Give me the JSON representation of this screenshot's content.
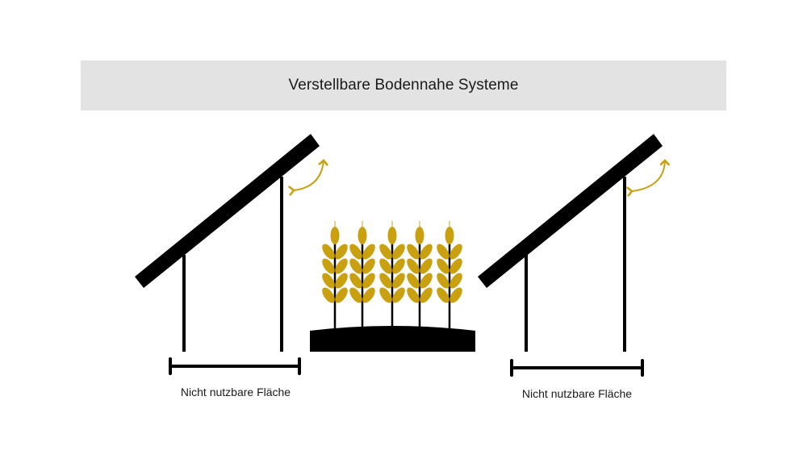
{
  "title": "Verstellbare Bodennahe Systeme",
  "left_system": {
    "caption": "Nicht nutzbare Fläche",
    "icons": [
      "solar-panel-icon",
      "adjust-tilt-arrow-icon",
      "width-dimension-icon"
    ]
  },
  "crop": {
    "icons": [
      "wheat-field-icon"
    ]
  },
  "right_system": {
    "caption": "Nicht nutzbare Fläche",
    "icons": [
      "solar-panel-icon",
      "adjust-tilt-arrow-icon",
      "width-dimension-icon"
    ]
  },
  "colors": {
    "title_bg": "#e3e3e3",
    "structure": "#000000",
    "accent_gold": "#c9a010",
    "text": "#1a1a1a"
  }
}
